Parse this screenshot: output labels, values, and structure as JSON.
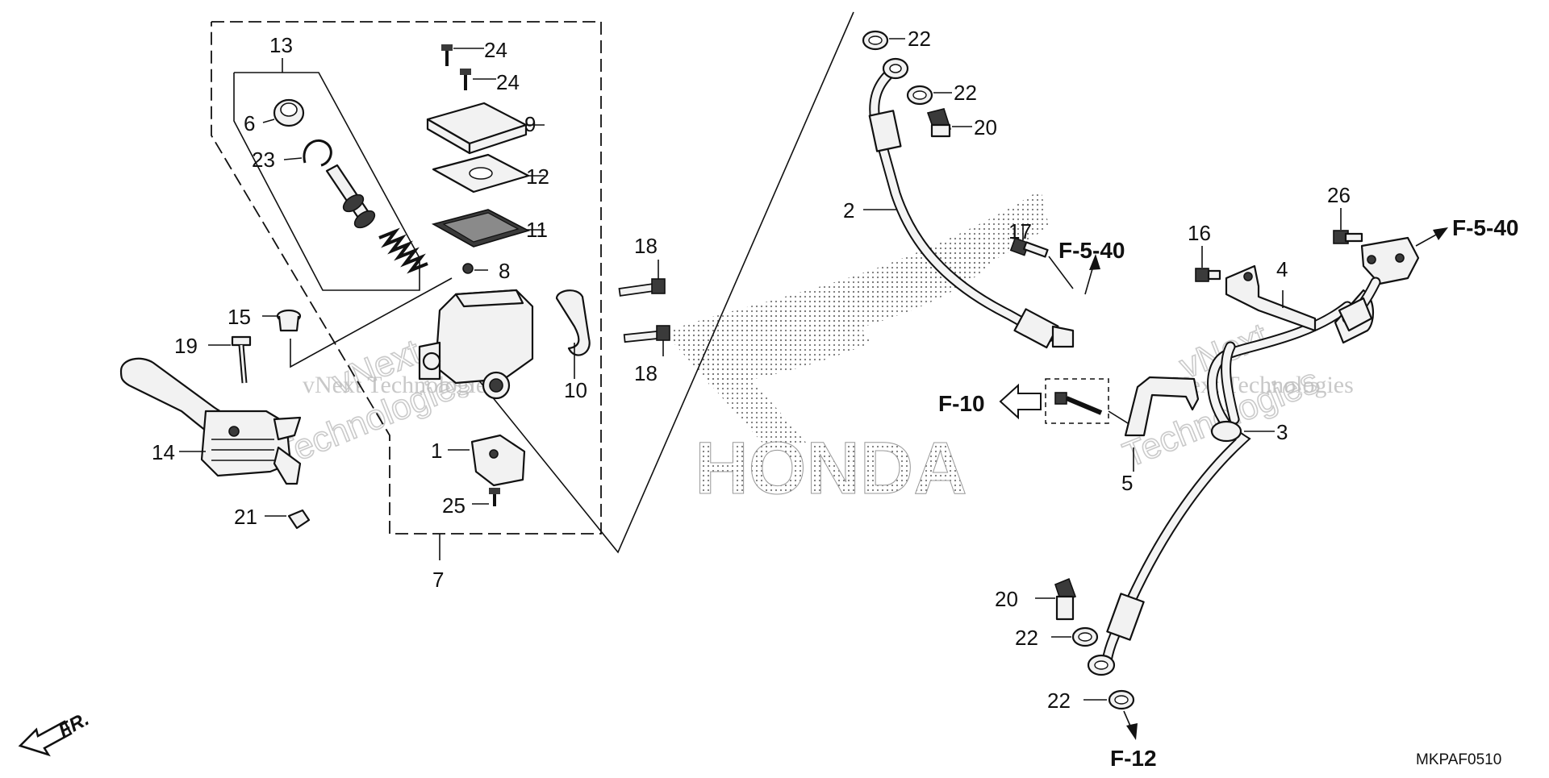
{
  "diagram": {
    "code": "MKPAF0510",
    "brand_mark": "HONDA",
    "watermark": "vNext Technologies",
    "watermark_short": "vNext",
    "watermark_long": "Technologies",
    "direction_label": "FR.",
    "references": {
      "r1": "F-5-40",
      "r2": "F-5-40",
      "r3": "F-10",
      "r4": "F-12"
    },
    "parts": {
      "p1": "1",
      "p2": "2",
      "p3": "3",
      "p4": "4",
      "p5": "5",
      "p6": "6",
      "p7": "7",
      "p8": "8",
      "p9": "9",
      "p10": "10",
      "p11": "11",
      "p12": "12",
      "p13": "13",
      "p14": "14",
      "p15": "15",
      "p16": "16",
      "p17": "17",
      "p18a": "18",
      "p18b": "18",
      "p19": "19",
      "p20a": "20",
      "p20b": "20",
      "p21": "21",
      "p22a": "22",
      "p22b": "22",
      "p22c": "22",
      "p22d": "22",
      "p23": "23",
      "p24a": "24",
      "p24b": "24",
      "p25": "25",
      "p26": "26"
    }
  }
}
